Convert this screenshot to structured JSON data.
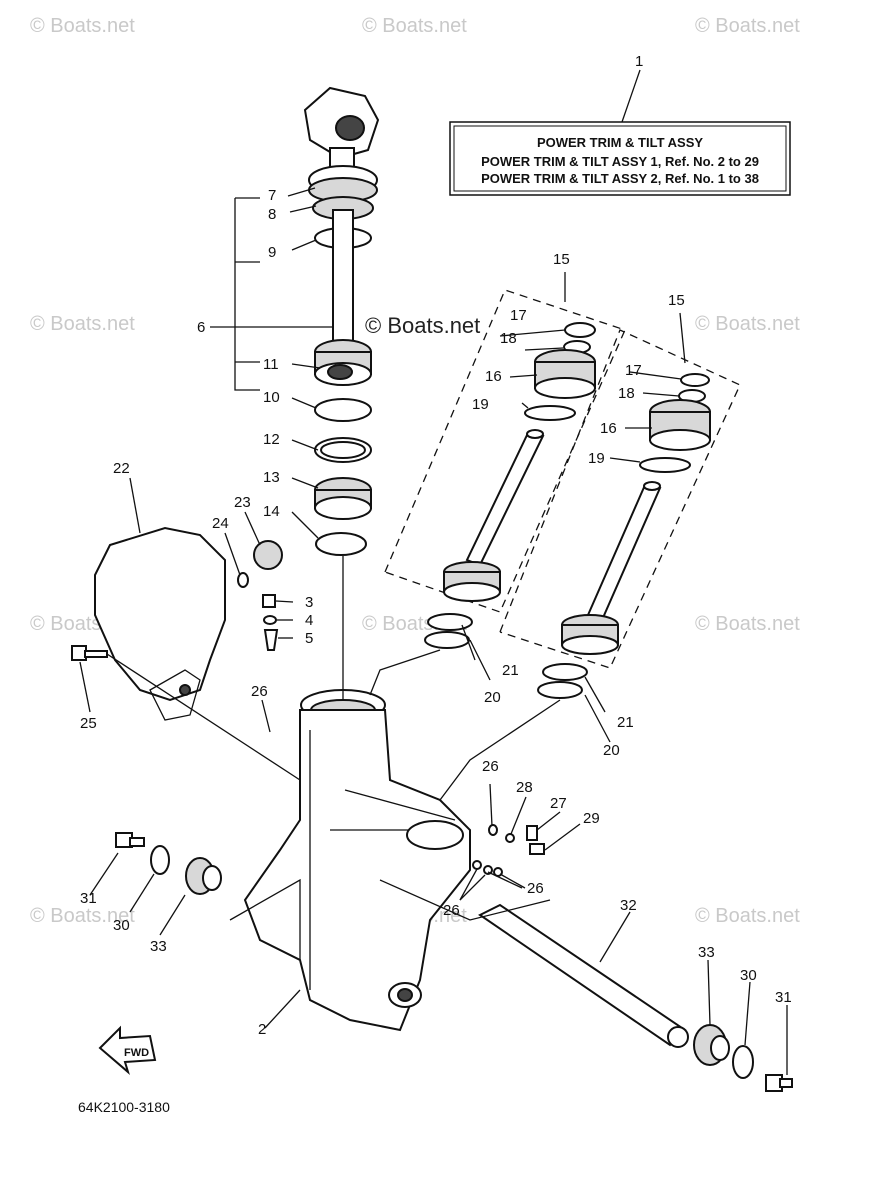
{
  "watermark": "© Boats.net",
  "center_watermark": "© Boats.net",
  "info_box": {
    "title": "POWER TRIM  & TILT ASSY",
    "line1": "POWER TRIM & TILT ASSY 1,  Ref. No. 2 to 29",
    "line2": "POWER TRIM & TILT ASSY 2,  Ref. No. 1 to 38"
  },
  "part_code": "64K2100-3180",
  "fwd_label": "FWD",
  "callouts": [
    "1",
    "2",
    "3",
    "4",
    "5",
    "6",
    "7",
    "8",
    "9",
    "10",
    "11",
    "12",
    "13",
    "14",
    "15",
    "16",
    "17",
    "18",
    "19",
    "20",
    "21",
    "22",
    "23",
    "24",
    "25",
    "26",
    "27",
    "28",
    "29",
    "30",
    "31",
    "32",
    "33"
  ]
}
